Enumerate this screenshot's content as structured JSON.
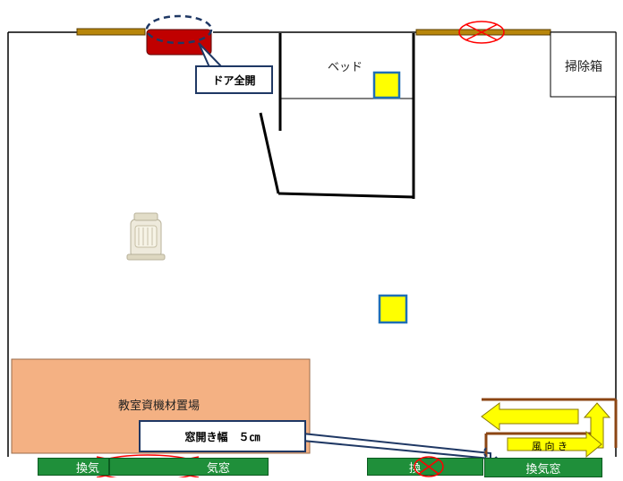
{
  "room": {
    "bed_label": "ベッド",
    "cleaning_box_label": "掃除箱",
    "storage_label": "教室資機材置場"
  },
  "callouts": {
    "door_open": "ドア全開",
    "window_width": "窓開き幅　５㎝"
  },
  "vents": {
    "left_a": "換気",
    "left_b": "気窓",
    "mid": "換",
    "right": "換気窓"
  },
  "wind": {
    "label": "風 向 き"
  },
  "colors": {
    "wall": "#000000",
    "window_frame": "#b8860b",
    "heater_red": "#c00000",
    "storage_fill": "#f4b183",
    "vent_green": "#1f8f3a",
    "marker_yellow": "#ffff00",
    "marker_border": "#1f6fb5",
    "closed_mark": "#ff0000",
    "callout_border": "#1f3864"
  },
  "icons": {
    "heater": "kerosene-heater-icon",
    "closed": "closed-x-mark-icon",
    "marker": "yellow-square-marker-icon"
  }
}
